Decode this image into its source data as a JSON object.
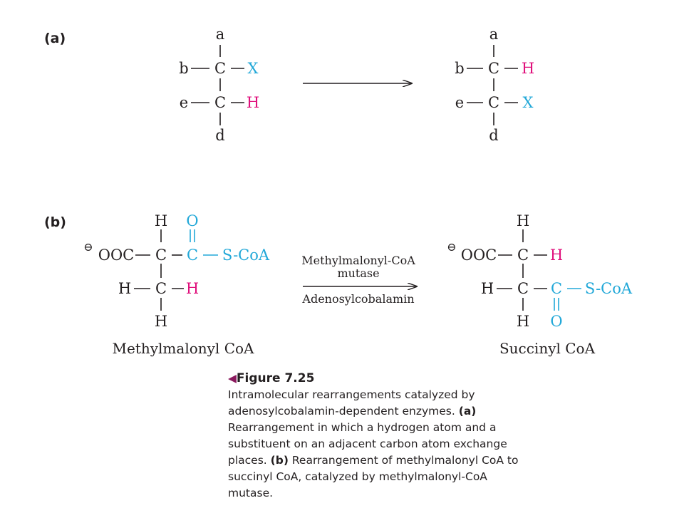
{
  "colors": {
    "text": "#231f20",
    "cyan": "#22a8d8",
    "magenta": "#e0107c",
    "caption_accent": "#8b1a5e"
  },
  "panel_a": {
    "label": "(a)",
    "left": {
      "top": "a",
      "bottom": "d",
      "r1_left": "b",
      "r1_c": "C",
      "r1_right": "X",
      "r2_left": "e",
      "r2_c": "C",
      "r2_right": "H"
    },
    "right": {
      "top": "a",
      "bottom": "d",
      "r1_left": "b",
      "r1_c": "C",
      "r1_right": "H",
      "r2_left": "e",
      "r2_c": "C",
      "r2_right": "X"
    }
  },
  "panel_b": {
    "label": "(b)",
    "reactant": {
      "charge": "⊖",
      "ooc": "OOC",
      "h_top": "H",
      "o_top": "O",
      "c1": "C",
      "c2": "C",
      "scoa": "S-CoA",
      "h_left": "H",
      "c3": "C",
      "h_right": "H",
      "h_bottom": "H",
      "name": "Methylmalonyl CoA"
    },
    "enzyme": "Methylmalonyl-CoA",
    "enzyme_2": "mutase",
    "cofactor": "Adenosylcobalamin",
    "product": {
      "charge": "⊖",
      "ooc": "OOC",
      "h_top": "H",
      "c1": "C",
      "h_right": "H",
      "h_left": "H",
      "c2": "C",
      "c3": "C",
      "scoa": "S-CoA",
      "h_bottom": "H",
      "o_bottom": "O",
      "name": "Succinyl CoA"
    }
  },
  "caption": {
    "marker": "◀",
    "title": "Figure 7.25",
    "intro": "Intramolecular rearrangements catalyzed by adenosylcobalamin-dependent enzymes.",
    "a_label": "(a)",
    "a_text": " Rearrangement in which a hydrogen atom and a substituent on an adjacent carbon atom exchange places. ",
    "b_label": "(b)",
    "b_text": " Rearrangement of methylmalonyl CoA to succinyl CoA, catalyzed by methylmalonyl-CoA mutase."
  }
}
